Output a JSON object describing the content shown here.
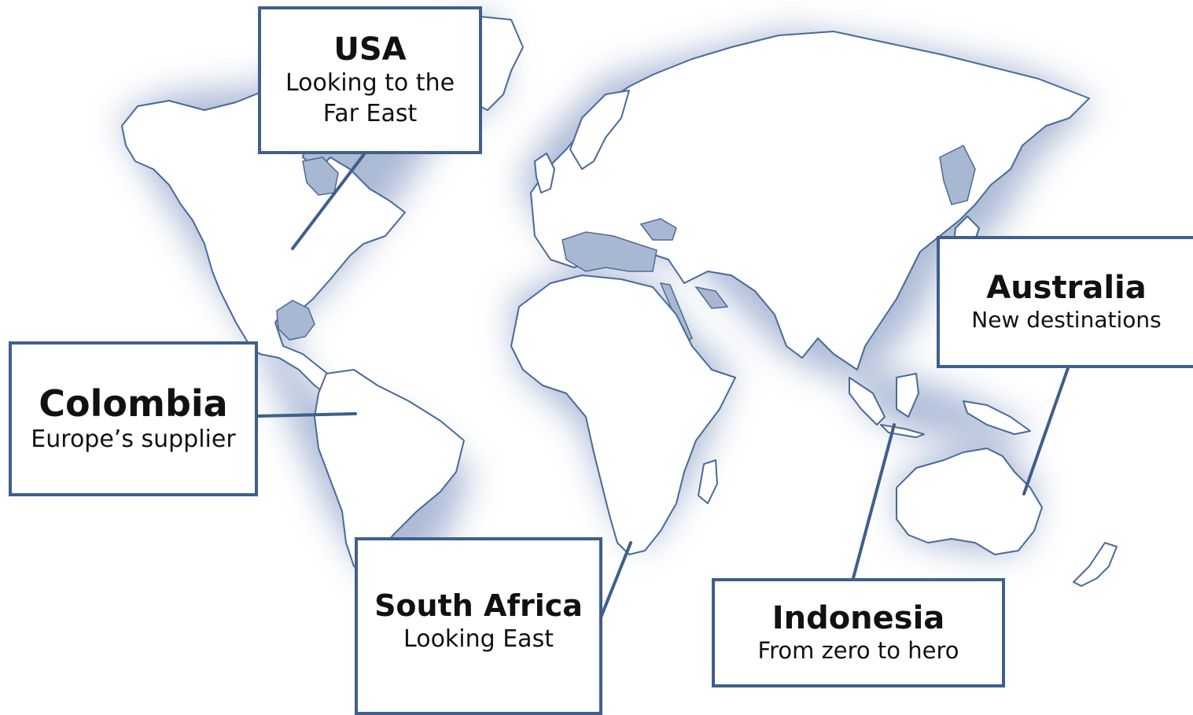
{
  "callouts": {
    "usa": {
      "country": "USA",
      "tagline": "Looking to the Far East"
    },
    "colombia": {
      "country": "Colombia",
      "tagline": "Europe’s supplier"
    },
    "south_africa": {
      "country": "South Africa",
      "tagline": "Looking East"
    },
    "indonesia": {
      "country": "Indonesia",
      "tagline": "From zero to hero"
    },
    "australia": {
      "country": "Australia",
      "tagline": "New destinations"
    }
  },
  "colors": {
    "outline": "#4a6a98",
    "inland_sea": "#a9b8d2",
    "glow": "#8fa3c8",
    "callout_border": "#3f5f8c"
  }
}
